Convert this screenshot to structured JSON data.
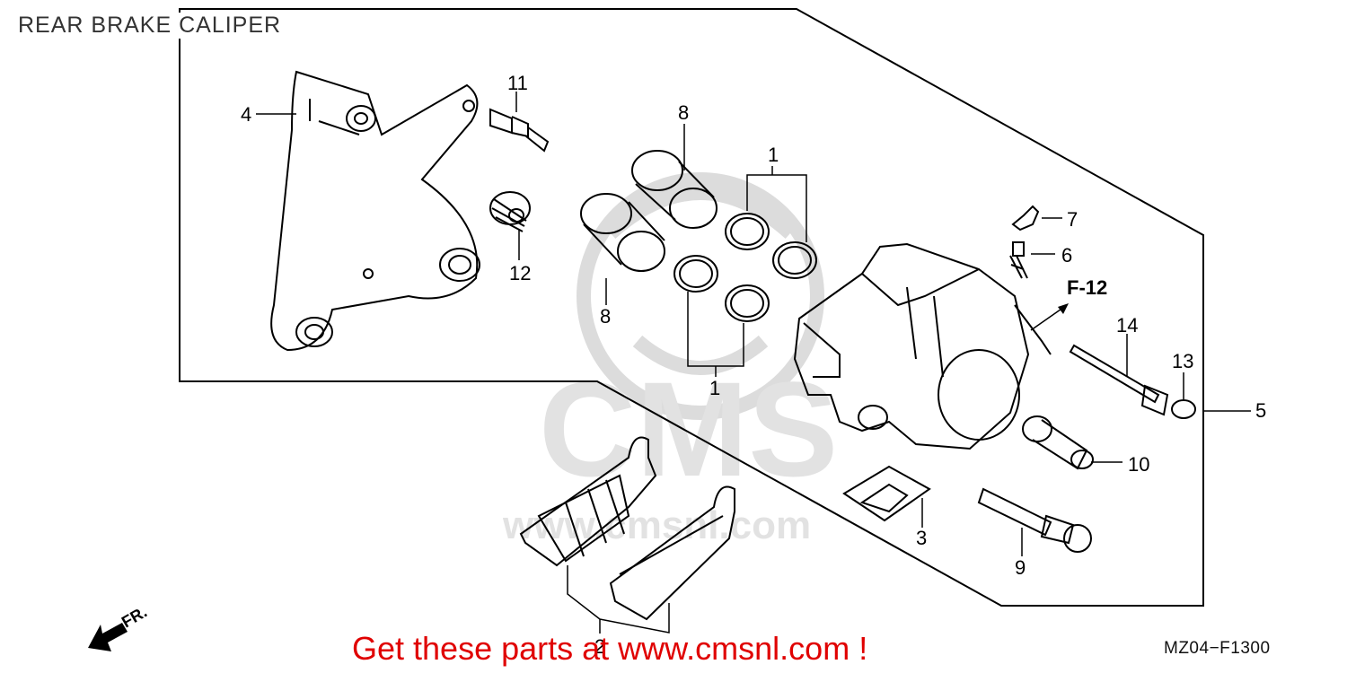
{
  "header": {
    "title": "REAR BRAKE CALIPER"
  },
  "footer": {
    "promo": "Get these parts at www.cmsnl.com !",
    "diagram_code": "MZ04−F1300"
  },
  "watermark": {
    "text": "CMS",
    "subtext": "www.cmsnl.com"
  },
  "direction_marker": {
    "label": "FR."
  },
  "reference": {
    "label": "F-12"
  },
  "callouts": {
    "c1a": "1",
    "c1b": "1",
    "c2": "2",
    "c3": "3",
    "c4": "4",
    "c5": "5",
    "c6": "6",
    "c7": "7",
    "c8a": "8",
    "c8b": "8",
    "c9": "9",
    "c10": "10",
    "c11": "11",
    "c12": "12",
    "c13": "13",
    "c14": "14"
  },
  "colors": {
    "promo": "#e00000",
    "watermark": "#d8d8d8",
    "ink": "#000000"
  }
}
